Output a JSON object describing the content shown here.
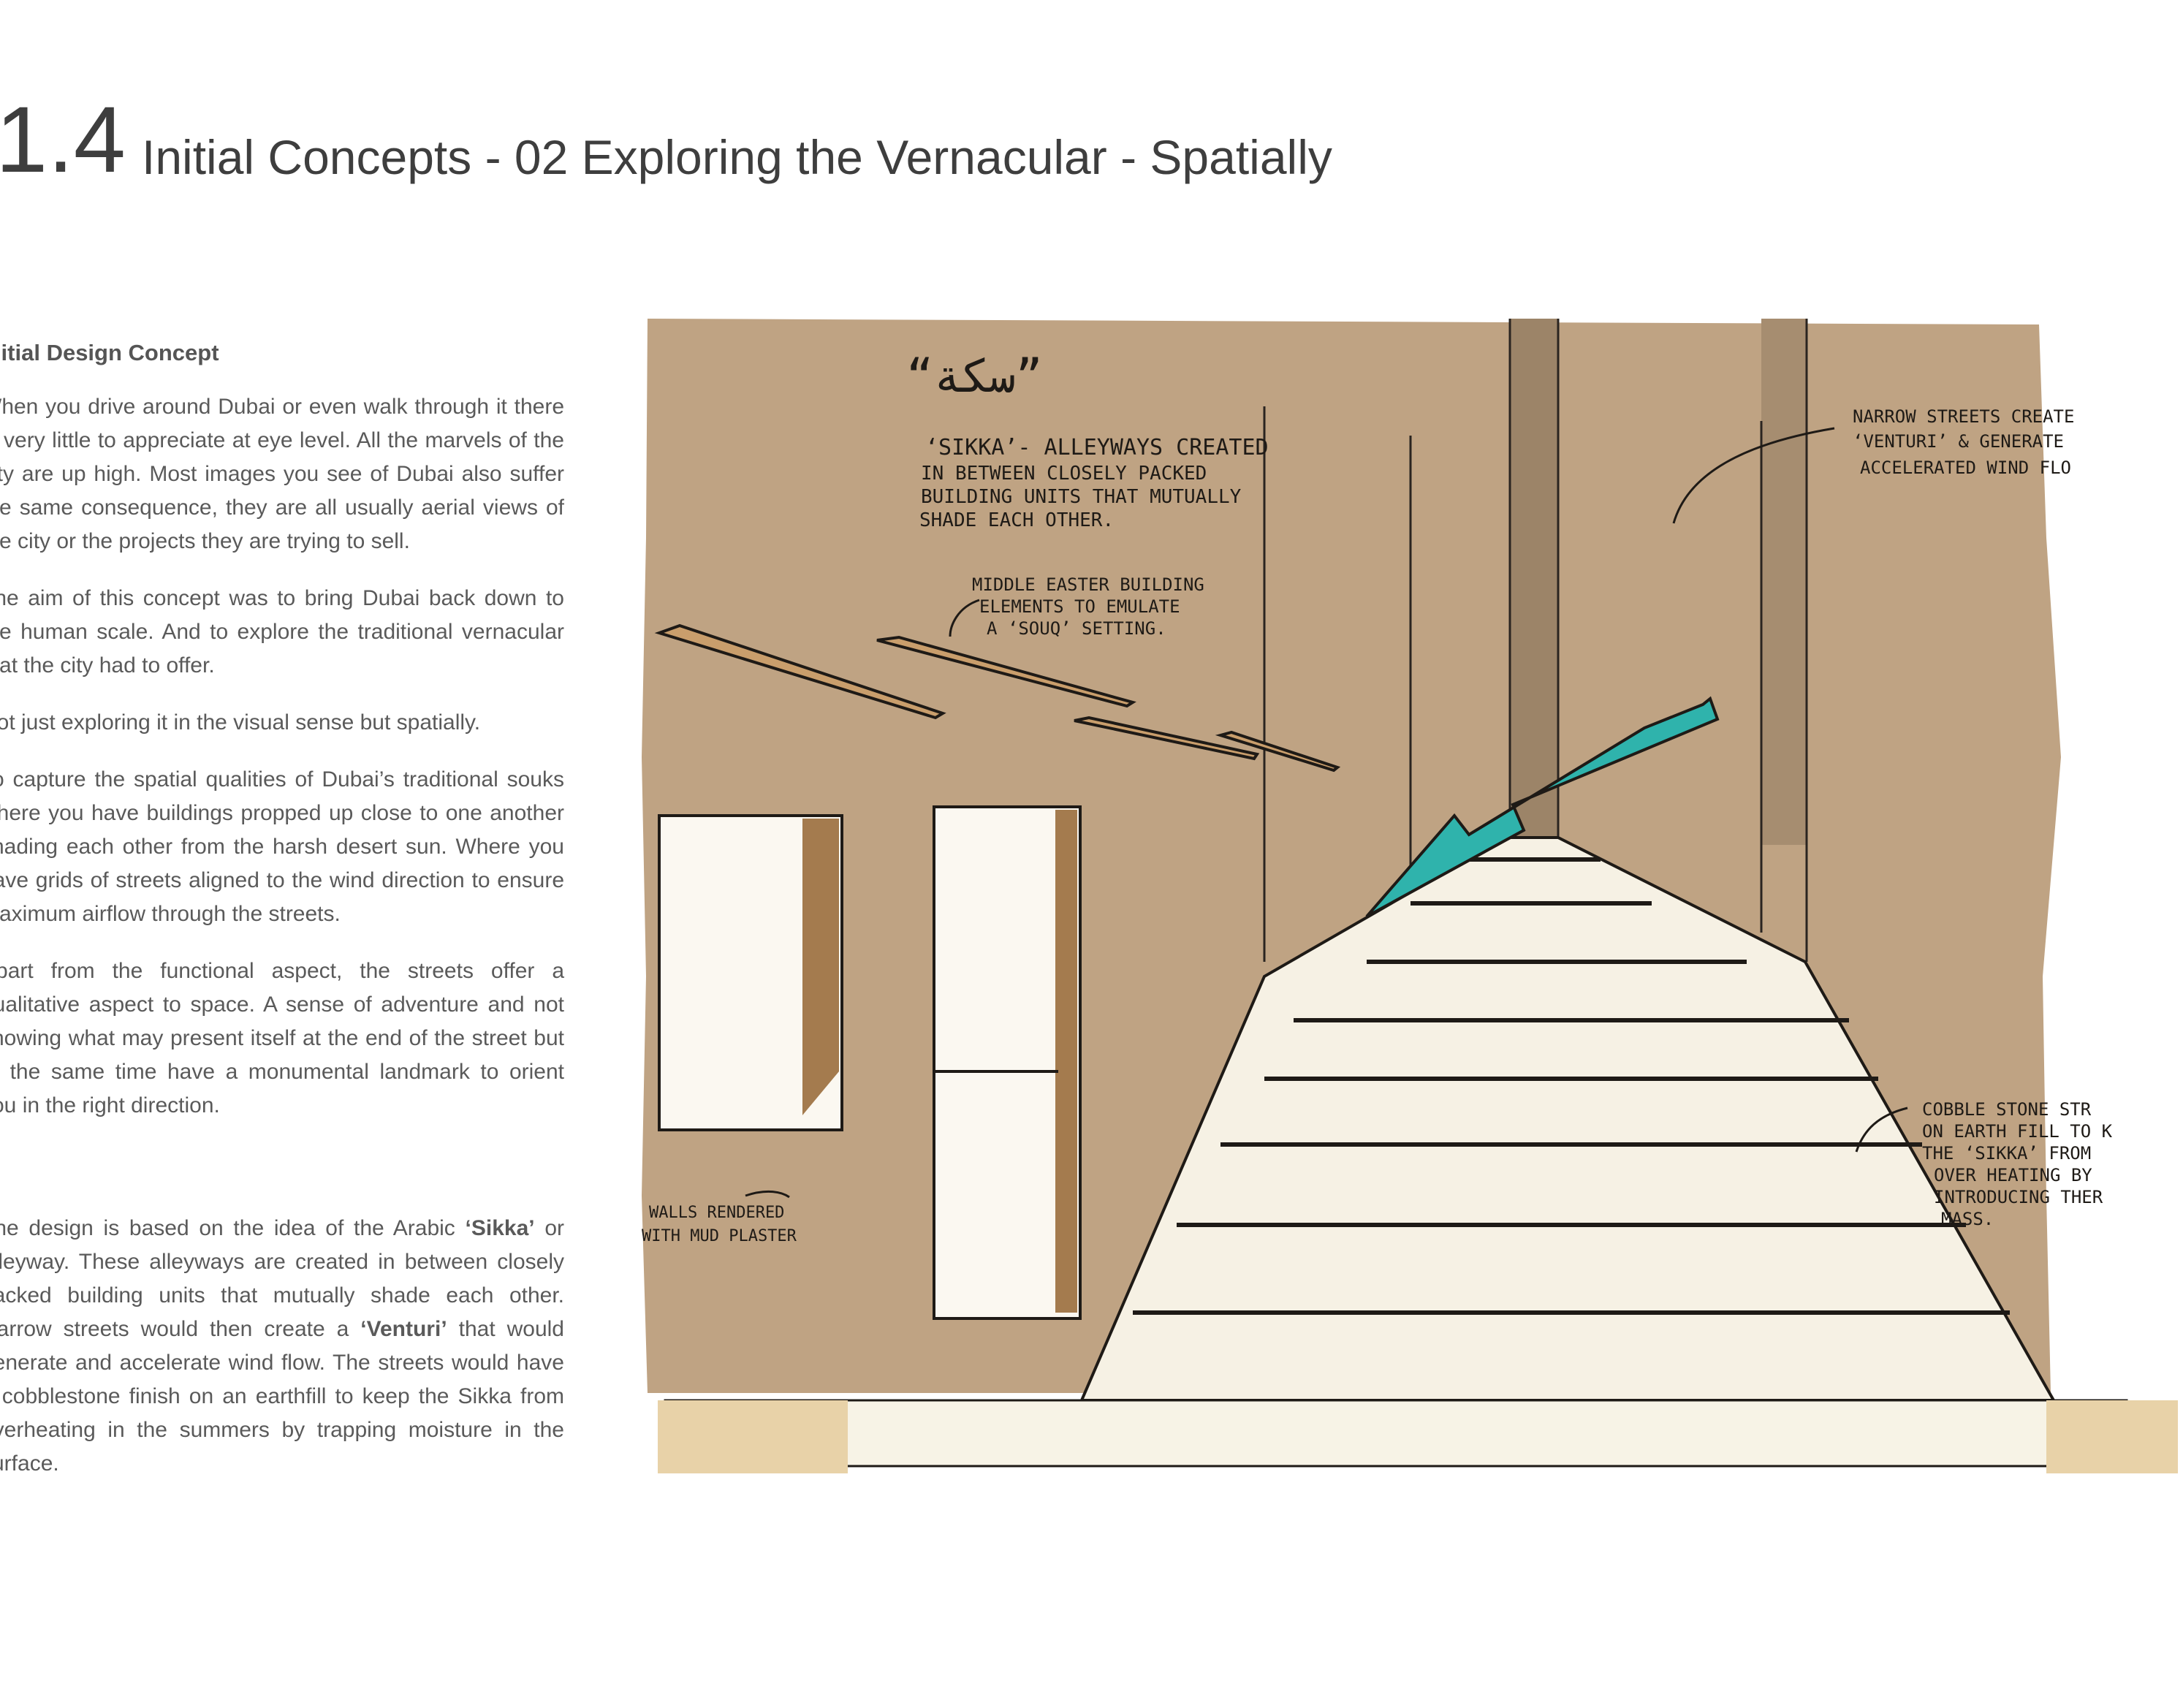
{
  "header": {
    "section_number": "1.4",
    "title": "Initial Concepts - 02 Exploring the Vernacular - Spatially"
  },
  "text": {
    "heading": "Initial Design Concept",
    "p1": "When you drive around Dubai or even walk through it there is very little to appreciate at eye level. All the marvels of the city are up high. Most images you see of Dubai also suffer the same consequence, they are all usually aerial views of the city or the projects they are trying to sell.",
    "p2": "The aim of this concept was to bring Dubai back down to the human scale. And to explore the traditional vernacular that the city had to offer.",
    "p3": "Not just exploring it in the visual sense but spatially.",
    "p4": "To capture the spatial qualities of Dubai’s traditional souks where you have buildings propped up close to one another shading each other from the harsh desert sun. Where you have grids of streets aligned to the wind direction to ensure maximum airflow through the streets.",
    "p5": "Apart from the functional aspect, the streets offer a qualitative aspect to space. A sense of adventure and not knowing what may present itself at the end of the street but at the same time have a monumental landmark to orient you in the right direction.",
    "p6": {
      "a": "The design is based on the idea of the Arabic ",
      "b": "‘Sikka’",
      "c": " or alleyway. These alleyways are created in between closely packed building units that mutually shade each other. Narrow streets would then create a ",
      "d": "‘Venturi’",
      "e": " that would generate and accelerate wind flow. The streets would have a cobblestone finish on an earthfill to keep the Sikka from overheating in the summers by trapping moisture in the surface."
    }
  },
  "sketch": {
    "arabic": "“سكة”",
    "sikka_1": "‘SIKKA’- ALLEYWAYS CREATED",
    "sikka_2": "IN BETWEEN  CLOSELY PACKED",
    "sikka_3": "BUILDING UNITS  THAT MUTUALLY",
    "sikka_4": "SHADE   EACH OTHER.",
    "me_1": "MIDDLE EASTER BUILDING",
    "me_2": "ELEMENTS TO EMULATE",
    "me_3": "A ‘SOUQ’ SETTING.",
    "nw_1": "NARROW STREETS CREATE",
    "nw_2": "‘VENTURI’ & GENERATE",
    "nw_3": "ACCELERATED WIND FLO",
    "walls_1": "WALLS RENDERED",
    "walls_2": "WITH  MUD PLASTER",
    "cob_1": "COBBLE STONE STR",
    "cob_2": "ON EARTH FILL TO K",
    "cob_3": "THE ‘SIKKA’ FROM",
    "cob_4": "OVER HEATING BY",
    "cob_5": "INTRODUCING THER",
    "cob_6": "MASS.",
    "colors": {
      "paper": "#bfa383",
      "ink": "#1e1a16",
      "arrow": "#2fb3ac",
      "stone": "#fbf8f1"
    }
  }
}
